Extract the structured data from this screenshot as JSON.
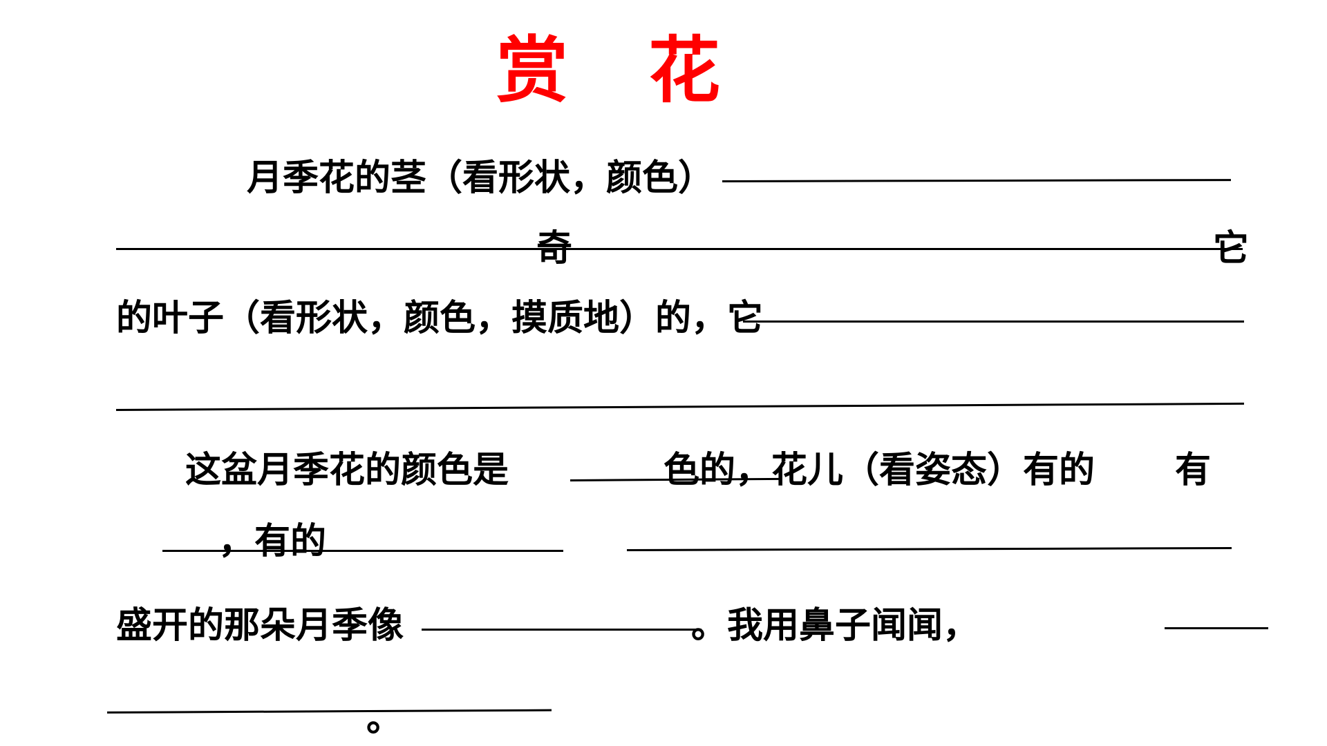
{
  "title": {
    "text": "赏 花",
    "color": "#ff0000"
  },
  "text_color": "#000000",
  "paragraph1": {
    "line1": "月季花的茎（看形状，颜色）",
    "center_word": "奇",
    "end_word": "它",
    "line3": "的叶子（看形状，颜色，摸质地）的，它"
  },
  "paragraph2": {
    "part1": "这盆月季花的颜色是",
    "part2": "色的，花儿（看姿态）有的",
    "part3": "有",
    "part4": "，有的"
  },
  "paragraph3": {
    "part1": "盛开的那朵月季像",
    "part2": "。我用鼻子闻闻，",
    "end_mark": "。"
  }
}
